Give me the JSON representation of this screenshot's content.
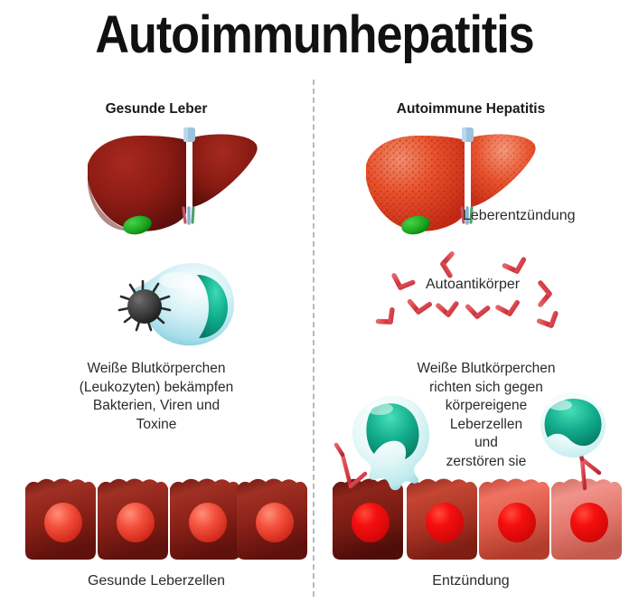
{
  "title": "Autoimmunhepatitis",
  "divider": {
    "style": "dashed-vertical"
  },
  "columns": {
    "left": {
      "header": "Gesunde Leber",
      "organ": {
        "name": "healthy-liver",
        "body_color": "#8e1b15",
        "body_color_dark": "#5d0f0b",
        "gallbladder_color": "#1faa23",
        "vessel_colors": [
          "#8fb7d4",
          "#58a06a",
          "#c0566a"
        ]
      },
      "cell_diagram": {
        "name": "white-blood-cell-engulfing-pathogen",
        "cell_color": "#bfe8ef",
        "nucleus_color": "#11a58c",
        "pathogen_color": "#3b3b3b"
      },
      "caption": "Weiße Blutkörperchen\n(Leukozyten) bekämpfen\nBakterien, Viren und\nToxine",
      "tissue": {
        "name": "healthy-liver-cells",
        "cell_count": 4,
        "cell_colors": [
          "#8e2018",
          "#8e2018",
          "#8e2018",
          "#8e2018"
        ],
        "nucleus_colors": [
          "#ef4434",
          "#ef4434",
          "#ef4434",
          "#ef4434"
        ]
      },
      "bottom_label": "Gesunde Leberzellen"
    },
    "right": {
      "header": "Autoimmune Hepatitis",
      "organ": {
        "name": "inflamed-liver",
        "body_color": "#e8512b",
        "body_color_dark": "#c12a16",
        "speckle_color": "#a81c10",
        "gallbladder_color": "#1faa23",
        "vessel_colors": [
          "#8fb7d4",
          "#58a06a",
          "#c0566a"
        ]
      },
      "organ_label": "Leberentzündung",
      "antibody_label": "Autoantikörper",
      "antibodies": {
        "name": "autoantibody-cluster",
        "color": "#d8414a",
        "count": 10
      },
      "caption": "Weiße Blutkörperchen\nrichten sich gegen\nkörpereigene\nLeberzellen\nund\nzerstören sie",
      "attacking_cells": [
        {
          "name": "amoeboid-white-blood-cell",
          "cell_color": "#cfeef6",
          "nucleus_color": "#11a08a"
        },
        {
          "name": "round-white-blood-cell",
          "cell_color": "#e3f7f6",
          "nucleus_color": "#12ab8d"
        }
      ],
      "tissue": {
        "name": "inflamed-liver-cells",
        "cell_count": 4,
        "cell_colors": [
          "#7e1d16",
          "#b8392c",
          "#e15c4d",
          "#e07a70"
        ],
        "nucleus_colors": [
          "#f20d0d",
          "#f20d0d",
          "#e61212",
          "#e01414"
        ]
      },
      "bottom_label": "Entzündung"
    }
  },
  "palette": {
    "background": "#ffffff",
    "text": "#2b2b2b",
    "title": "#111111",
    "divider": "#b9b9b9"
  }
}
